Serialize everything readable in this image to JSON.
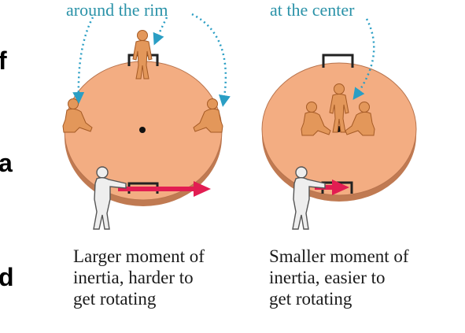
{
  "fragments": {
    "f": "f",
    "a": "a",
    "d": "d"
  },
  "labels": {
    "rim": "around the rim",
    "center": "at the center"
  },
  "captions": {
    "left": [
      "Larger moment of",
      "inertia, harder to",
      "get rotating"
    ],
    "right": [
      "Smaller moment of",
      "inertia, easier to",
      "get rotating"
    ]
  },
  "colors": {
    "platform_fill": "#f3ad82",
    "platform_edge": "#c07a52",
    "person_fill": "#e3975a",
    "person_edge": "#a45a25",
    "pusher_fill": "#eeeeee",
    "arrow": "#e21d52",
    "dotted": "#2a9ec4"
  }
}
